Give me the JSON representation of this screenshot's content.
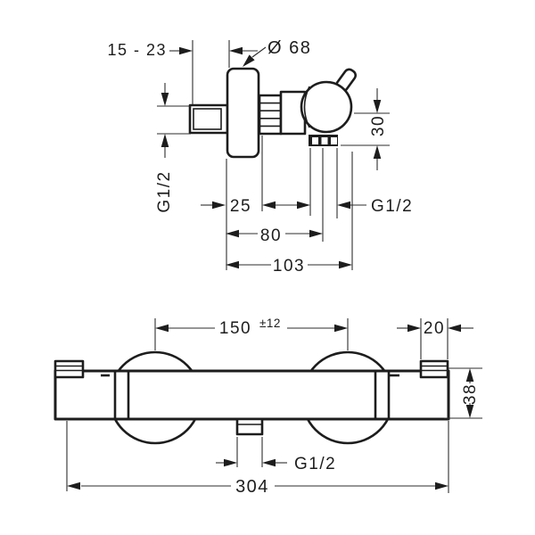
{
  "page": {
    "background": "#ffffff",
    "line_color": "#1d1d1d"
  },
  "top_view": {
    "name": "side-projection-view",
    "dims": {
      "projection_range": "15 - 23",
      "escutcheon_diameter": "Ø 68",
      "inlet_thread": "G1/2",
      "escutcheon_depth": "25",
      "hose_outlet_thread": "G1/2",
      "outlet_drop": "30",
      "depth_to_hose_outlet": "80",
      "total_projection": "103"
    }
  },
  "front_view": {
    "name": "front-view",
    "dims": {
      "connection_centers": "150",
      "connection_centers_tolerance": "±12",
      "end_cap_width": "20",
      "body_diameter": "38",
      "bottom_outlet_thread": "G1/2",
      "overall_width": "304"
    }
  }
}
